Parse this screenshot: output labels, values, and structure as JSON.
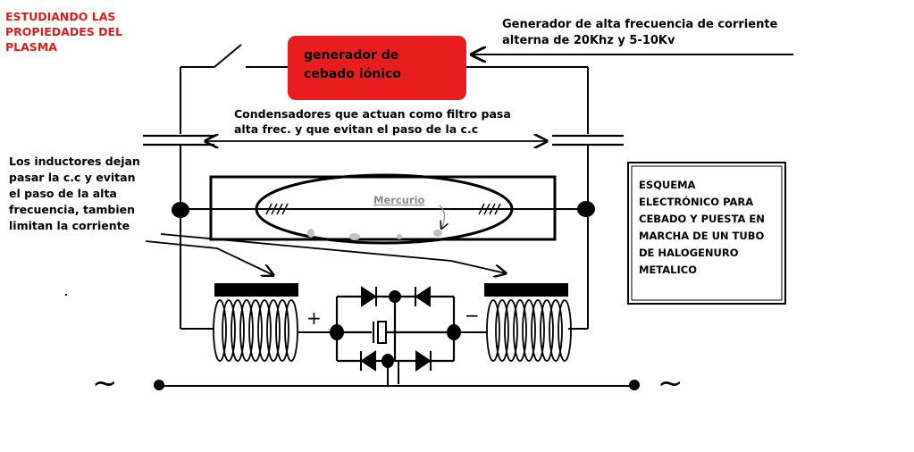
{
  "title": "ESTUDIANDO LAS\nPROPIEDADES DEL\nPLASMA",
  "generator": {
    "label": "generador de\ncebado iónico",
    "fill_color": "#e81e1e"
  },
  "high_frequency_note": "Generador de alta frecuencia de corriente\nalterna de 20Khz y 5-10Kv",
  "capacitor_note": "Condensadores que actuan como filtro pasa\nalta frec. y que evitan el paso de la c.c",
  "inductor_note": "Los inductores dejan\npasar la c.c y evitan\nel paso de la alta\nfrecuencia, tambien\nlimitan la corriente",
  "mercury_label": "Mercurio",
  "schematic_box_text": "ESQUEMA\nELECTRÓNICO PARA\nCEBADO Y PUESTA EN\nMARCHA DE UN TUBO\nDE HALOGENURO\nMETALICO",
  "polarity": {
    "positive": "+",
    "negative": "−"
  },
  "ac_symbol": "~",
  "colors": {
    "title": "#e01b1b",
    "mercury": "#8a8a8a",
    "line": "#000000"
  }
}
